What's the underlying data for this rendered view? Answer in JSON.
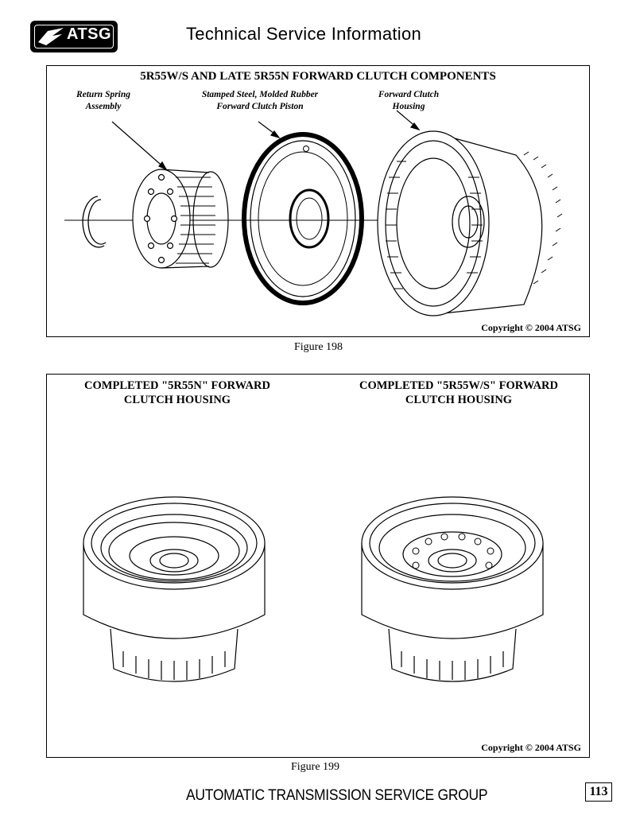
{
  "header": {
    "logo_text": "ATSG",
    "title": "Technical Service Information"
  },
  "figure198": {
    "title": "5R55W/S AND LATE 5R55N FORWARD CLUTCH COMPONENTS",
    "callouts": {
      "return_spring": [
        "Return Spring",
        "Assembly"
      ],
      "piston": [
        "Stamped Steel, Molded Rubber",
        "Forward Clutch Piston"
      ],
      "housing": [
        "Forward Clutch",
        "Housing"
      ]
    },
    "copyright": "Copyright © 2004 ATSG",
    "caption": "Figure 198"
  },
  "figure199": {
    "left_title": [
      "COMPLETED \"5R55N\" FORWARD",
      "CLUTCH HOUSING"
    ],
    "right_title": [
      "COMPLETED \"5R55W/S\" FORWARD",
      "CLUTCH HOUSING"
    ],
    "copyright": "Copyright © 2004 ATSG",
    "caption": "Figure 199"
  },
  "footer": {
    "text": "AUTOMATIC TRANSMISSION SERVICE GROUP",
    "page_number": "113"
  }
}
